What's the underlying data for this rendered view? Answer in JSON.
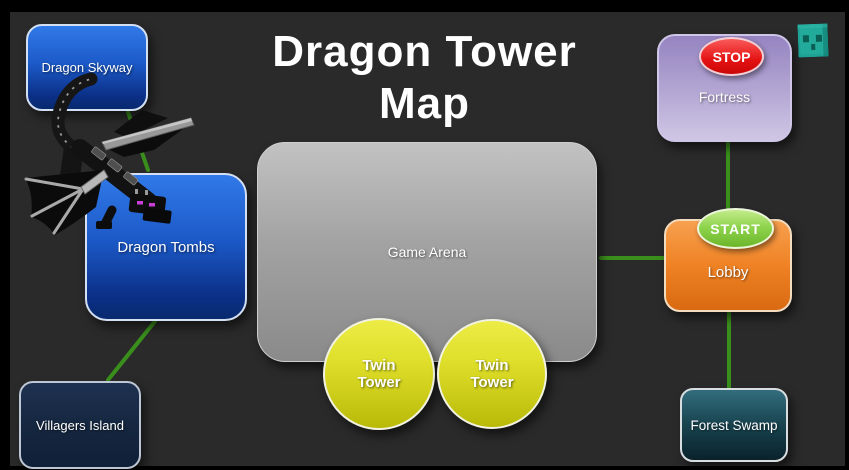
{
  "title": {
    "line1": "Dragon Tower",
    "line2": "Map"
  },
  "nodes": {
    "dragon_skyway": {
      "label": "Dragon Skyway"
    },
    "dragon_tombs": {
      "label": "Dragon Tombs"
    },
    "villagers_island": {
      "label": "Villagers Island"
    },
    "game_arena": {
      "label": "Game Arena"
    },
    "twin_tower_left": {
      "label": "Twin Tower"
    },
    "twin_tower_right": {
      "label": "Twin Tower"
    },
    "fortress": {
      "label": "Fortress",
      "badge": "STOP"
    },
    "lobby": {
      "label": "Lobby",
      "badge": "START"
    },
    "forest_swamp": {
      "label": "Forest Swamp"
    }
  },
  "connections": [
    {
      "from": "Dragon Skyway",
      "to": "Dragon Tombs"
    },
    {
      "from": "Dragon Tombs",
      "to": "Villagers Island"
    },
    {
      "from": "Game Arena",
      "to": "Lobby"
    },
    {
      "from": "Fortress",
      "to": "Lobby"
    },
    {
      "from": "Lobby",
      "to": "Forest Swamp"
    }
  ],
  "icons": {
    "dragon": "ender-dragon",
    "slime": "minecraft-slime-face"
  },
  "colors": {
    "background": "#2a2a2a",
    "frame": "#000000",
    "connector_green": "#3a8f1c",
    "blue_node": "#1c5ac8",
    "navy_node": "#15263f",
    "gray_node": "#a3a3a3",
    "purple_node": "#b2a4d2",
    "orange_node": "#ef8224",
    "teal_node": "#18434f",
    "yellow_node": "#dede2a",
    "stop_red": "#e41212",
    "start_green": "#8fd44e",
    "slime_teal": "#1da295",
    "dragon_eye_purple": "#c93ed6"
  }
}
